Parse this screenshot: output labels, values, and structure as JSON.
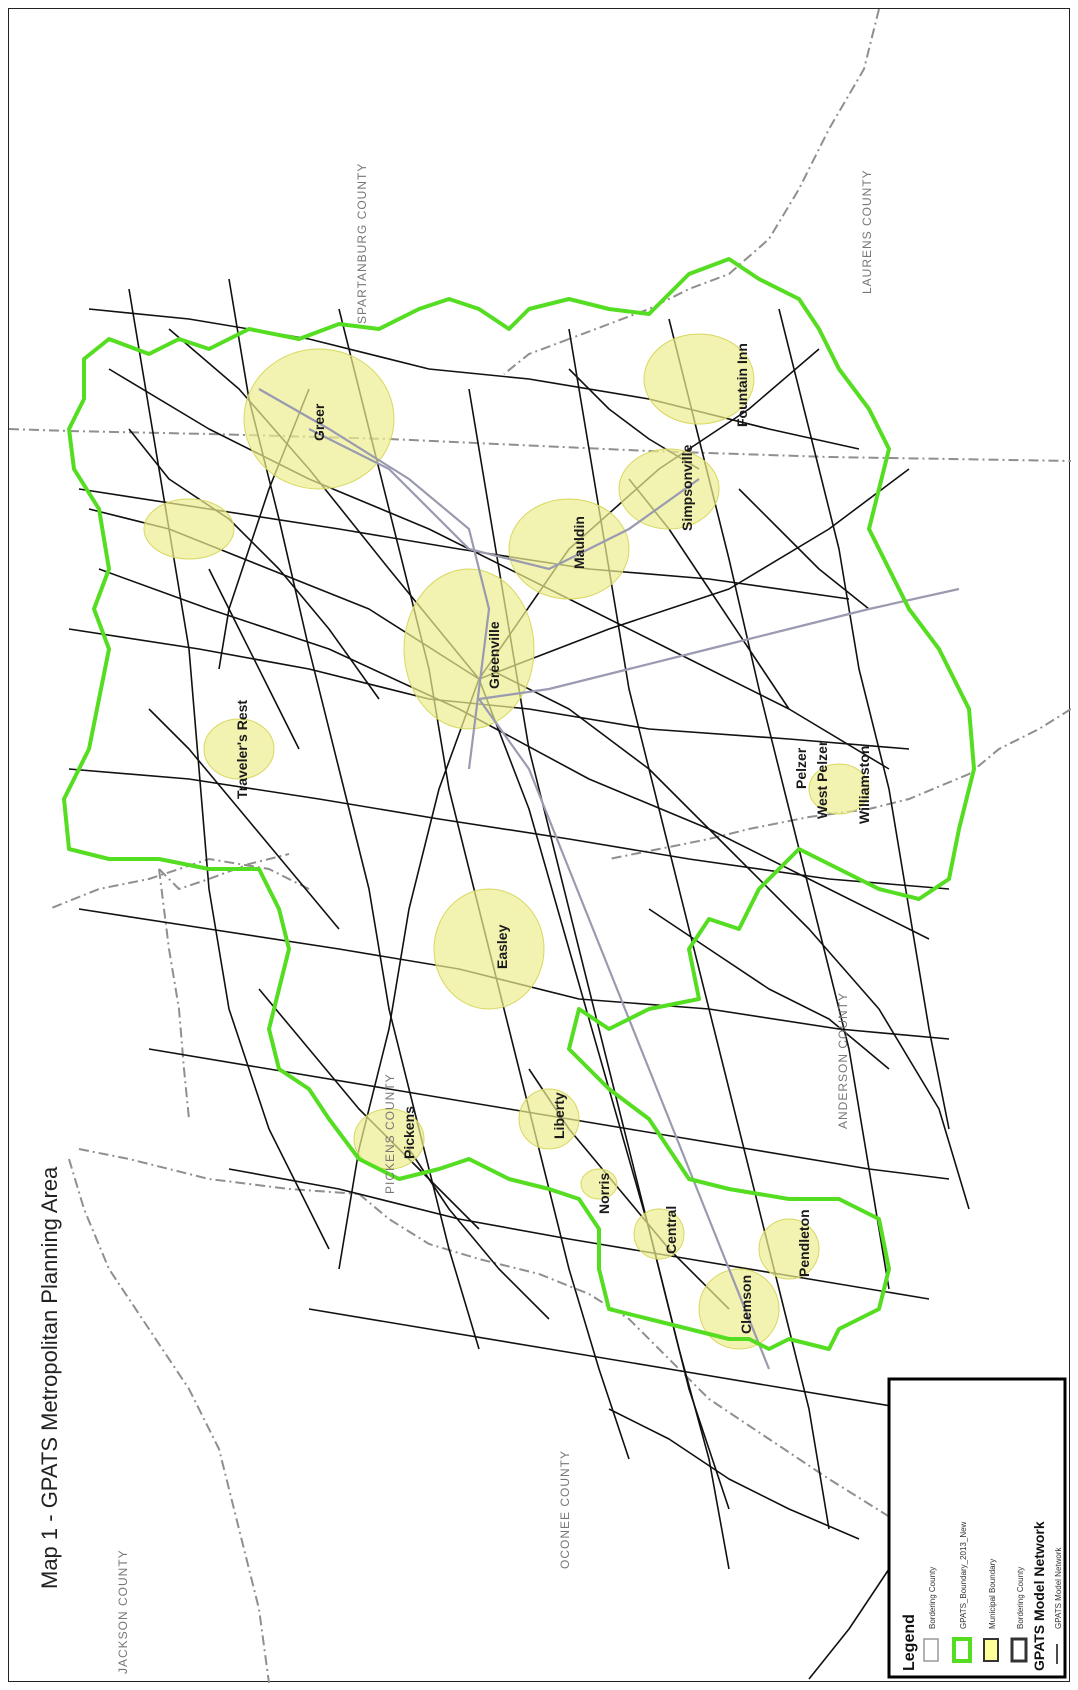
{
  "title": "Map 1 - GPATS Metropolitan Planning Area",
  "counties": {
    "spartanburg": "SPARTANBURG COUNTY",
    "laurens": "LAURENS COUNTY",
    "anderson": "ANDERSON COUNTY",
    "pickens": "PICKENS COUNTY",
    "oconee": "OCONEE COUNTY",
    "jackson": "JACKSON COUNTY"
  },
  "cities": {
    "greer": "Greer",
    "fountain_inn": "Fountain Inn",
    "simpsonville": "Simpsonville",
    "mauldin": "Mauldin",
    "greenville": "Greenville",
    "travelers_rest": "Traveler's Rest",
    "pelzer": "Pelzer",
    "west_pelzer": "West Pelzer",
    "williamston": "Williamston",
    "easley": "Easley",
    "pickens": "Pickens",
    "liberty": "Liberty",
    "norris": "Norris",
    "central": "Central",
    "clemson": "Clemson",
    "pendleton": "Pendleton"
  },
  "legend": {
    "title": "Legend",
    "items": [
      {
        "label": "Bordering County",
        "swatch": "#ffffff",
        "border": "#999999"
      },
      {
        "label": "GPATS_Boundary_2013_New",
        "swatch": "#ffffff",
        "border": "#55dd22"
      },
      {
        "label": "Municipal Boundary",
        "swatch": "#ffff99",
        "border": "#333333"
      },
      {
        "label": "Bordering County",
        "swatch": "#ffffff",
        "border": "#333333"
      }
    ],
    "network_title": "GPATS Model Network",
    "network_item": "GPATS Model Network"
  },
  "colors": {
    "gpats_boundary": "#55dd22",
    "county_line": "#8f8f8f",
    "road": "#111111",
    "municipal": "#ecec90",
    "interstate": "#9a9ab0"
  }
}
